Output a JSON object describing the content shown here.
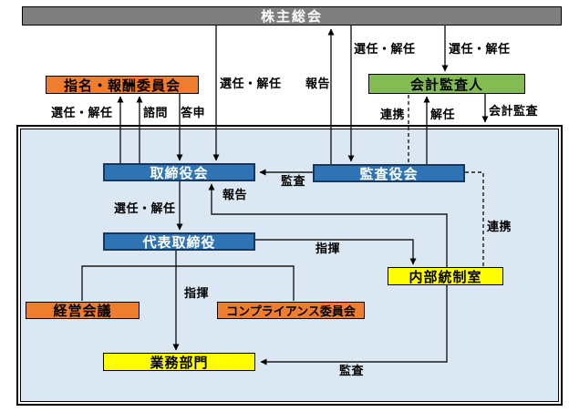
{
  "colors": {
    "title_bar_gray": "#7F7F7F",
    "committee_orange": "#ED7D31",
    "auditor_green": "#84BC54",
    "board_blue": "#2E74B5",
    "board_blue_border": "#17375E",
    "unit_yellow": "#FFFF00",
    "panel_background": "#DBE8F3"
  },
  "title_bar": {
    "label": "株主総会"
  },
  "nodes": {
    "shimei_hoshu_iinkai": {
      "label": "指名・報酬委員会"
    },
    "kaikei_kansanin": {
      "label": "会計監査人"
    },
    "torishimariyakukai": {
      "label": "取締役会"
    },
    "kansayakukai": {
      "label": "監査役会"
    },
    "daihyo_torishimariyaku": {
      "label": "代表取締役"
    },
    "naibu_tosei_shitsu": {
      "label": "内部統制室"
    },
    "keiei_kaigi": {
      "label": "経営会議"
    },
    "compliance_iinkai": {
      "label": "コンプライアンス委員会"
    },
    "gyomu_bumon": {
      "label": "業務部門"
    }
  },
  "edge_labels": {
    "sennin_kainin_to_torishimariyakukai": "選任・解任",
    "hokoku_to_sokai": "報告",
    "sennin_kainin_to_kansayakukai": "選任・解任",
    "sennin_kainin_to_kaikei_kansanin": "選任・解任",
    "sennin_kainin_to_iinkai": "選任・解任",
    "shimon": "諮問",
    "toshin": "答申",
    "renkei_kaikei_kansayaku": "連携",
    "kainin": "解任",
    "kaikei_kansa": "会計監査",
    "kansa_to_torishimariyakukai": "監査",
    "hokoku_to_torishimariyakukai": "報告",
    "sennin_kainin_to_daihyo": "選任・解任",
    "shiki_to_naibu": "指揮",
    "shiki_to_gyomu": "指揮",
    "kansa_to_gyomu": "監査",
    "renkei_kansayaku_naibu": "連携"
  }
}
